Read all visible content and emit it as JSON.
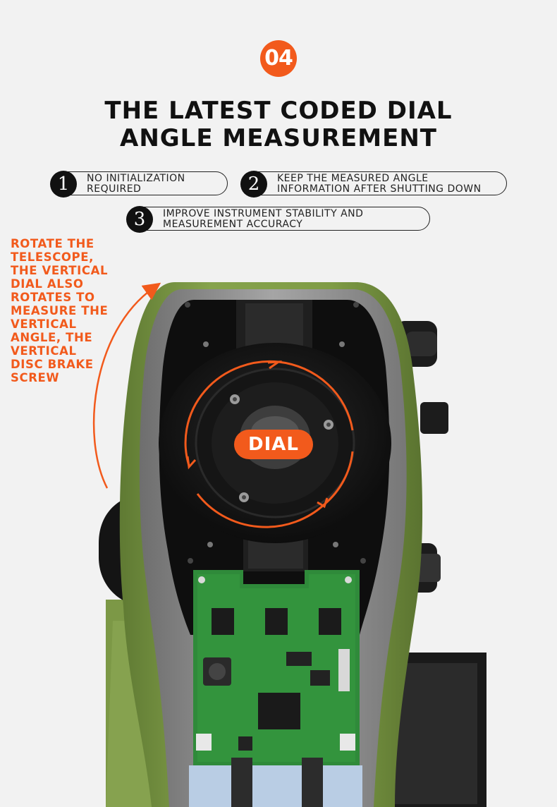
{
  "badge": "04",
  "title": {
    "line1": "THE LATEST CODED DIAL",
    "line2": "ANGLE MEASUREMENT"
  },
  "features": [
    {
      "num": "1",
      "text": "NO INITIALIZATION\nREQUIRED"
    },
    {
      "num": "2",
      "text": "KEEP THE MEASURED ANGLE\nINFORMATION AFTER SHUTTING DOWN"
    },
    {
      "num": "3",
      "text": "IMPROVE INSTRUMENT STABILITY AND\nMEASUREMENT ACCURACY"
    }
  ],
  "side_note": "ROTATE THE\nTELESCOPE,\nTHE VERTICAL\nDIAL ALSO\nROTATES TO\nMEASURE THE\nVERTICAL\nANGLE, THE\nVERTICAL\nDISC BRAKE\nSCREW",
  "dial_label": "DIAL",
  "colors": {
    "accent": "#f25a1c",
    "body_green": "#7d9a45",
    "dark": "#111111",
    "pcb_green": "#2f8a3a",
    "background": "#f2f2f2"
  }
}
